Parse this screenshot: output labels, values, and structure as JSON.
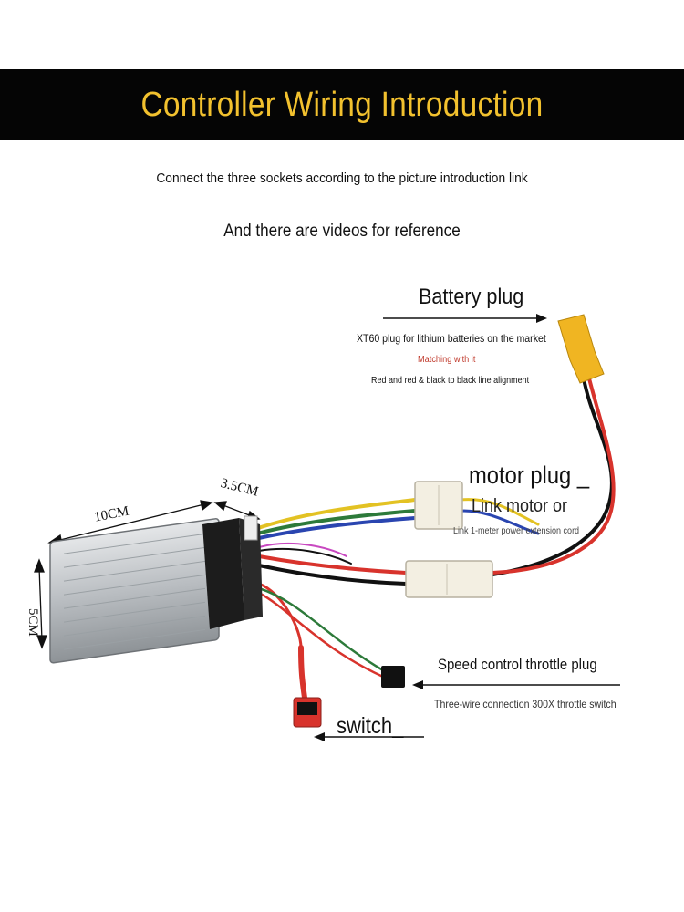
{
  "banner": {
    "title": "Controller Wiring Introduction",
    "background": "#050505",
    "title_color": "#f2c12e"
  },
  "intro": {
    "line1": "Connect the three sockets according to the picture introduction link",
    "line2": "And there are videos for reference"
  },
  "battery": {
    "title": "Battery plug",
    "desc": "XT60 plug for lithium batteries on the market",
    "matching": "Matching with it",
    "matching_color": "#c0392b",
    "alignment": "Red and red & black to black line alignment"
  },
  "motor": {
    "title": "motor plug _",
    "subtitle": "Link motor or",
    "desc": "Link 1-meter power extension cord"
  },
  "throttle": {
    "title": "Speed control throttle plug",
    "desc": "Three-wire connection 300X throttle switch"
  },
  "switch_label": "switch_",
  "dimensions": {
    "length": "10CM",
    "width": "3.5CM",
    "height": "5CM"
  }
}
